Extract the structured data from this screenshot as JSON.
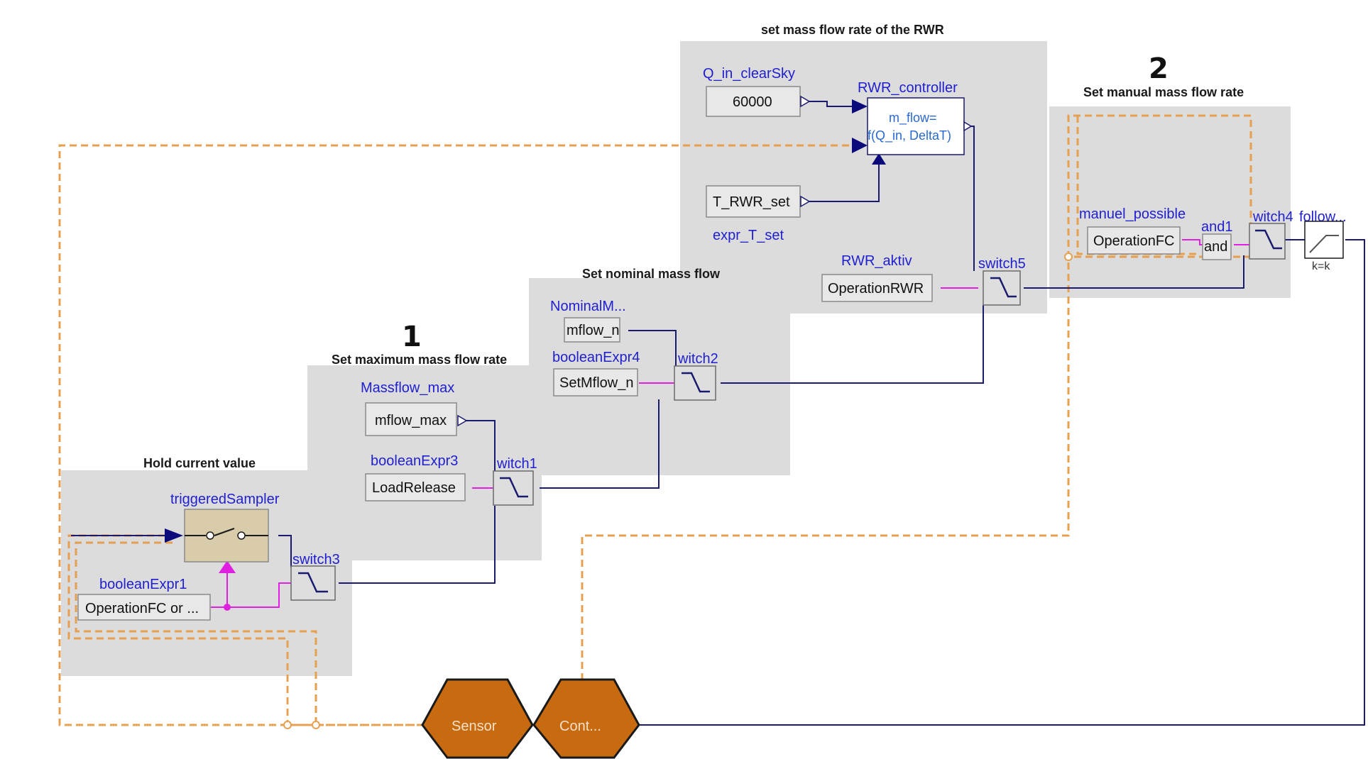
{
  "groups": {
    "rwr_title": "set mass flow rate of the RWR",
    "manual_title": "Set manual mass flow rate",
    "nominal_title": "Set nominal mass flow",
    "max_title": "Set maximum mass flow rate",
    "hold_title": "Hold current value",
    "marker_1": "1",
    "marker_2": "2"
  },
  "blocks": {
    "q_in_label": "Q_in_clearSky",
    "q_in_value": "60000",
    "rwr_controller_label": "RWR_controller",
    "rwr_controller_line1": "m_flow=",
    "rwr_controller_line2": "f(Q_in, DeltaT)",
    "t_rwr_value": "T_RWR_set",
    "t_rwr_label": "expr_T_set",
    "rwr_aktiv_label": "RWR_aktiv",
    "rwr_aktiv_value": "OperationRWR",
    "switch5": "switch5",
    "manuel_label": "manuel_possible",
    "manuel_value": "OperationFC",
    "and1_label": "and1",
    "and1_value": "and",
    "switch4": "witch4",
    "follow_label": "follow...",
    "follow_value": "k=k",
    "nominal_label": "NominalM...",
    "nominal_value": "mflow_n",
    "bool4_label": "booleanExpr4",
    "bool4_value": "SetMflow_n",
    "switch2": "witch2",
    "massflow_label": "Massflow_max",
    "massflow_value": "mflow_max",
    "bool3_label": "booleanExpr3",
    "bool3_value": "LoadRelease",
    "switch1": "witch1",
    "sampler_label": "triggeredSampler",
    "switch3": "switch3",
    "bool1_label": "booleanExpr1",
    "bool1_value": "OperationFC or ...",
    "sensor": "Sensor",
    "cont": "Cont..."
  },
  "colors": {
    "group_fill": "#dcdcdc",
    "signal_wire": "#1a1a6e",
    "boolean_wire": "#e020e0",
    "bus_connector": "#e6a050",
    "label_blue": "#1f1fd0",
    "sampler_fill": "#d8ccaa",
    "hex_fill": "#c86a10"
  }
}
